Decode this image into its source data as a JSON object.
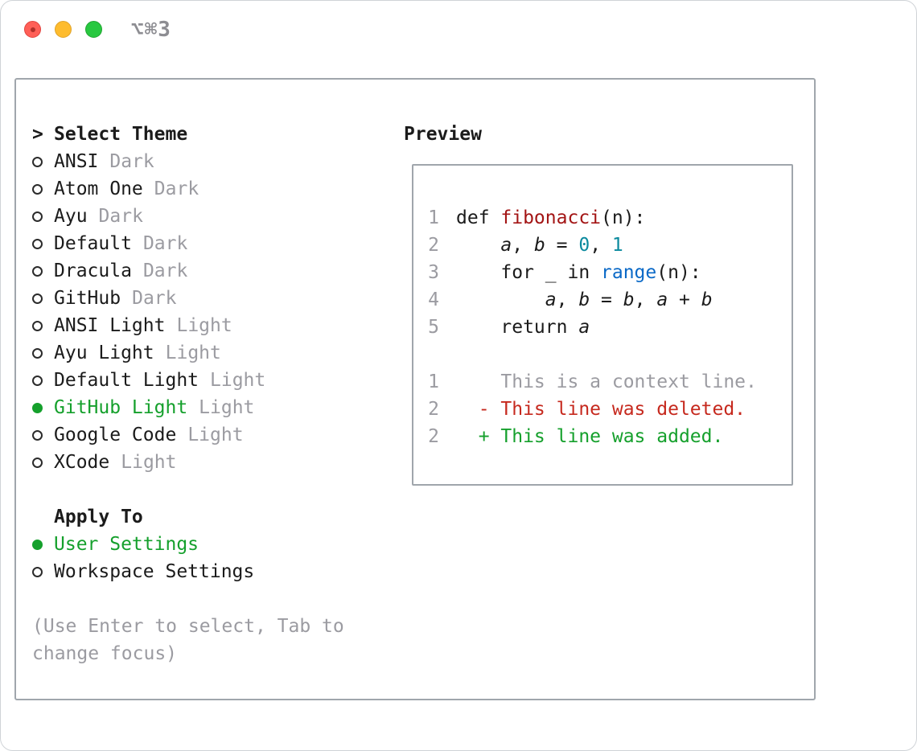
{
  "window": {
    "titlebar_shortcut": "⌥⌘3"
  },
  "selector": {
    "cursor": ">",
    "title": "Select Theme",
    "themes": [
      {
        "name": "ANSI",
        "variant": "Dark",
        "selected": false
      },
      {
        "name": "Atom One",
        "variant": "Dark",
        "selected": false
      },
      {
        "name": "Ayu",
        "variant": "Dark",
        "selected": false
      },
      {
        "name": "Default",
        "variant": "Dark",
        "selected": false
      },
      {
        "name": "Dracula",
        "variant": "Dark",
        "selected": false
      },
      {
        "name": "GitHub",
        "variant": "Dark",
        "selected": false
      },
      {
        "name": "ANSI Light",
        "variant": "Light",
        "selected": false
      },
      {
        "name": "Ayu Light",
        "variant": "Light",
        "selected": false
      },
      {
        "name": "Default Light",
        "variant": "Light",
        "selected": false
      },
      {
        "name": "GitHub Light",
        "variant": "Light",
        "selected": true
      },
      {
        "name": "Google Code",
        "variant": "Light",
        "selected": false
      },
      {
        "name": "XCode",
        "variant": "Light",
        "selected": false
      }
    ],
    "apply_to": {
      "title": "Apply To",
      "options": [
        {
          "label": "User Settings",
          "selected": true
        },
        {
          "label": "Workspace Settings",
          "selected": false
        }
      ]
    },
    "help_text": "(Use Enter to select, Tab to change focus)"
  },
  "preview": {
    "title": "Preview",
    "code_lines": [
      {
        "num": "1",
        "tokens": [
          {
            "text": "def ",
            "style": "plain"
          },
          {
            "text": "fibonacci",
            "style": "darkred"
          },
          {
            "text": "(n):",
            "style": "plain"
          }
        ]
      },
      {
        "num": "2",
        "tokens": [
          {
            "text": "    ",
            "style": "plain"
          },
          {
            "text": "a",
            "style": "italic"
          },
          {
            "text": ", ",
            "style": "plain"
          },
          {
            "text": "b",
            "style": "italic"
          },
          {
            "text": " = ",
            "style": "plain"
          },
          {
            "text": "0",
            "style": "cyan"
          },
          {
            "text": ", ",
            "style": "plain"
          },
          {
            "text": "1",
            "style": "cyan"
          }
        ]
      },
      {
        "num": "3",
        "tokens": [
          {
            "text": "    for _ in ",
            "style": "plain"
          },
          {
            "text": "range",
            "style": "blue"
          },
          {
            "text": "(n):",
            "style": "plain"
          }
        ]
      },
      {
        "num": "4",
        "tokens": [
          {
            "text": "        ",
            "style": "plain"
          },
          {
            "text": "a",
            "style": "italic"
          },
          {
            "text": ", ",
            "style": "plain"
          },
          {
            "text": "b",
            "style": "italic"
          },
          {
            "text": " = ",
            "style": "plain"
          },
          {
            "text": "b",
            "style": "italic"
          },
          {
            "text": ", ",
            "style": "plain"
          },
          {
            "text": "a",
            "style": "italic"
          },
          {
            "text": " + ",
            "style": "plain"
          },
          {
            "text": "b",
            "style": "italic"
          }
        ]
      },
      {
        "num": "5",
        "tokens": [
          {
            "text": "    return ",
            "style": "plain"
          },
          {
            "text": "a",
            "style": "italic"
          }
        ]
      }
    ],
    "diff_lines": [
      {
        "num": "1",
        "tokens": [
          {
            "text": "    This is a context line.",
            "style": "gray"
          }
        ]
      },
      {
        "num": "2",
        "tokens": [
          {
            "text": "  - This line was deleted.",
            "style": "red"
          }
        ]
      },
      {
        "num": "2",
        "tokens": [
          {
            "text": "  + This line was added.",
            "style": "green"
          }
        ]
      }
    ]
  },
  "colors": {
    "text": "#1b1b1b",
    "gray": "#9b9ba1",
    "green": "#15a02c",
    "diff_red": "#c6291e",
    "func_red": "#a31515",
    "blue": "#0a69c7",
    "cyan": "#0b8a9e",
    "border": "#a0a6ac",
    "close_red": "#ff5f57",
    "minimize_yellow": "#febc2e",
    "zoom_green": "#28c840"
  }
}
